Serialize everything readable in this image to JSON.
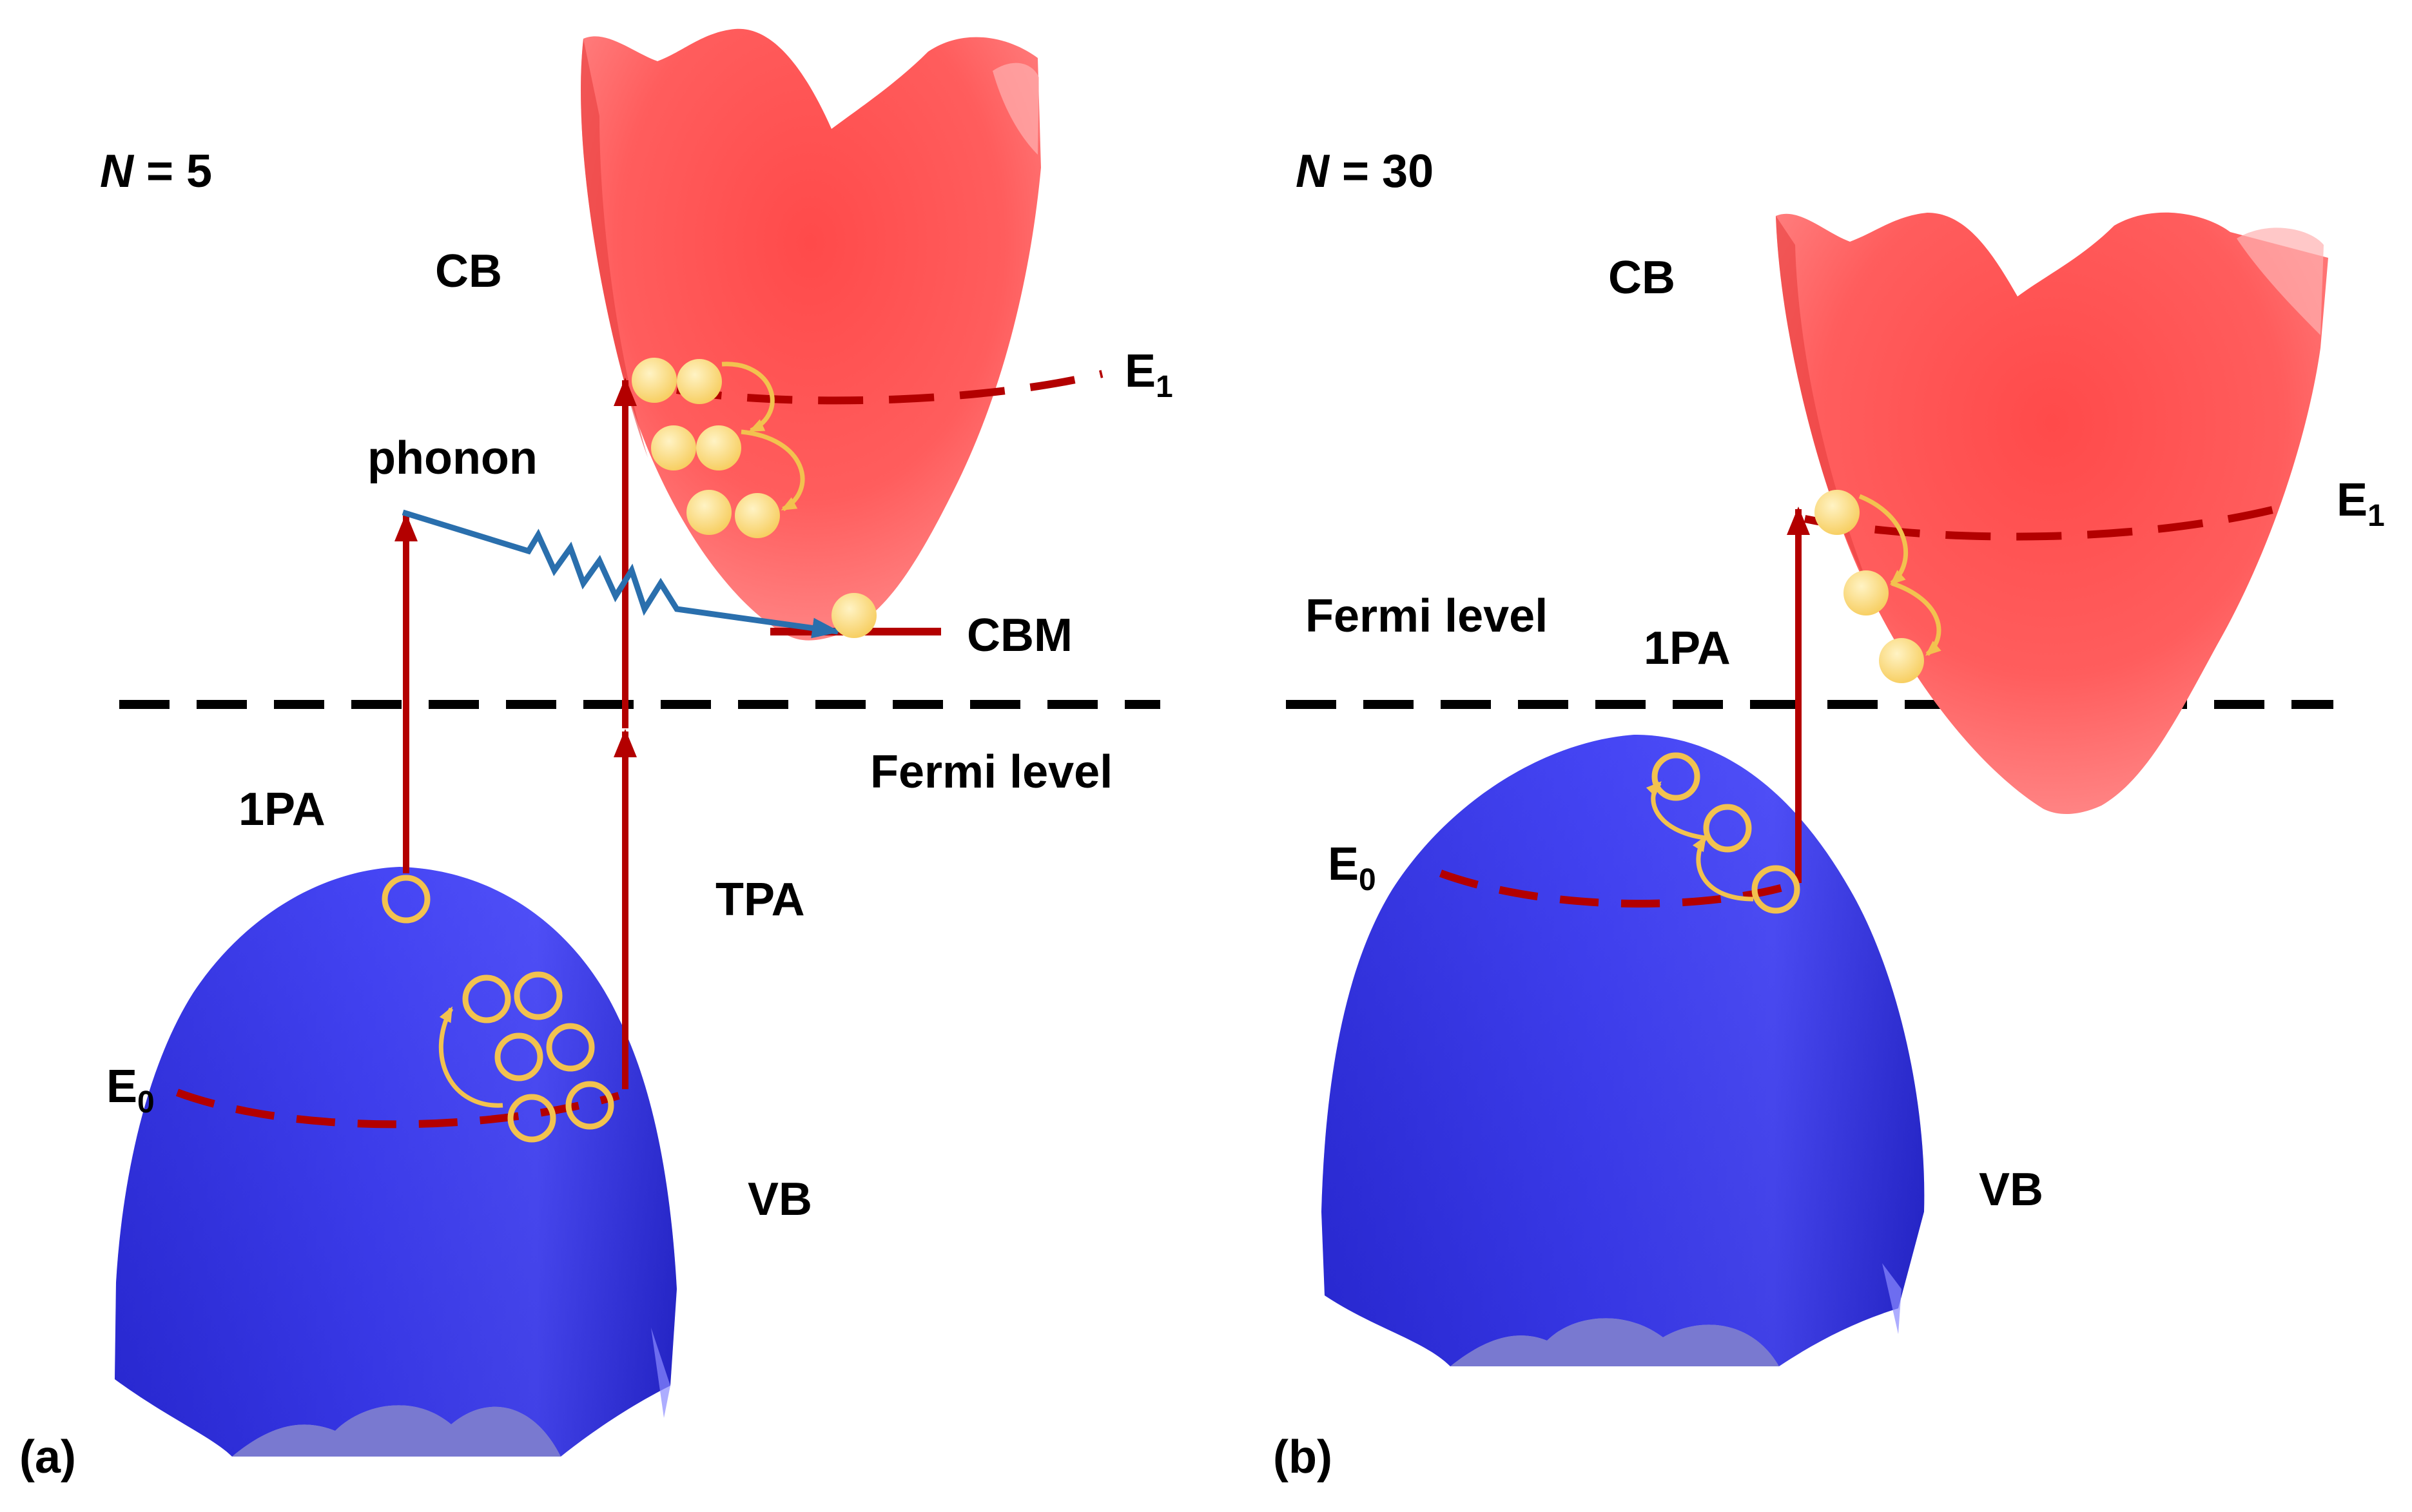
{
  "colors": {
    "valence_band": "#3a3af0",
    "conduction_band": "#ff5a5a",
    "dashed_energy_level": "#b30000",
    "transition_arrow": "#b30000",
    "phonon_arrow": "#2a6fad",
    "carrier": "#f2c24f",
    "fermi_level": "#000000"
  },
  "panel_a": {
    "panel_label": "(a)",
    "n_symbol": "N",
    "n_value": " = 5",
    "cb_label": "CB",
    "vb_label": "VB",
    "e1_base": "E",
    "e1_sub": "1",
    "e0_base": "E",
    "e0_sub": "0",
    "phonon_label": "phonon",
    "cbm_label": "CBM",
    "fermi_label": "Fermi level",
    "one_pa_label": "1PA",
    "tpa_label": "TPA"
  },
  "panel_b": {
    "panel_label": "(b)",
    "n_symbol": "N",
    "n_value": " = 30",
    "cb_label": "CB",
    "vb_label": "VB",
    "e1_base": "E",
    "e1_sub": "1",
    "e0_base": "E",
    "e0_sub": "0",
    "fermi_label": "Fermi level",
    "one_pa_label": "1PA"
  }
}
